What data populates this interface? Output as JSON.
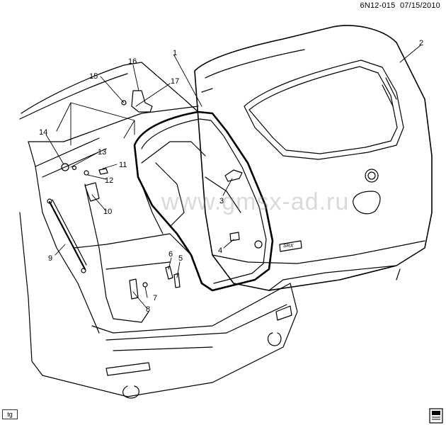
{
  "header": {
    "part_code": "6N12-015",
    "date": "07/15/2010"
  },
  "watermark": "www.gmsx-ad.ru",
  "corner_tag": "tg",
  "badge_text": "SRX",
  "callouts": [
    "1",
    "2",
    "3",
    "4",
    "5",
    "6",
    "7",
    "8",
    "9",
    "10",
    "11",
    "12",
    "13",
    "14",
    "15",
    "16",
    "17"
  ]
}
